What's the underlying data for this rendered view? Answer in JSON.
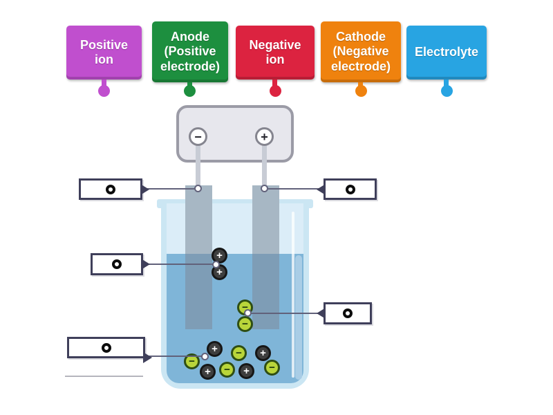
{
  "word_bank": {
    "tiles": [
      {
        "label": "Positive ion",
        "color": "#c04fce"
      },
      {
        "label": "Anode (Positive electrode)",
        "color": "#1d8f3f"
      },
      {
        "label": "Negative ion",
        "color": "#dc2340"
      },
      {
        "label": "Cathode (Negative electrode)",
        "color": "#ef820e"
      },
      {
        "label": "Electrolyte",
        "color": "#28a4e2"
      }
    ]
  },
  "diagram": {
    "battery": {
      "negative_terminal_symbol": "−",
      "positive_terminal_symbol": "+"
    },
    "ions": {
      "positive_symbol": "+",
      "negative_symbol": "−",
      "positive_color": "#3e3e3e",
      "negative_color": "#b9d53a"
    },
    "answer_slots": [
      {
        "id": "slot-left-electrode",
        "filled": false
      },
      {
        "id": "slot-right-electrode",
        "filled": false
      },
      {
        "id": "slot-positive-ions",
        "filled": false
      },
      {
        "id": "slot-negative-ions",
        "filled": false
      },
      {
        "id": "slot-solution",
        "filled": false
      }
    ],
    "colors": {
      "water": "#7fb5d8",
      "beaker_glass": "#cbe6f3",
      "battery_body": "#e7e7ed",
      "connector": "#61617a"
    }
  }
}
